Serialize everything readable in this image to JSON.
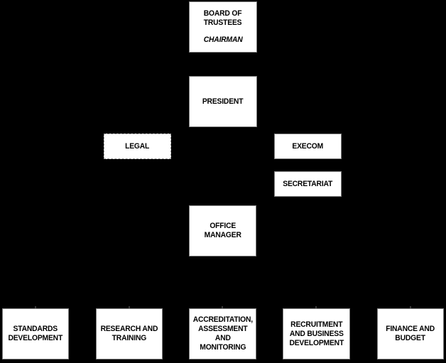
{
  "diagram": {
    "type": "org-chart",
    "colors": {
      "background": "#000000",
      "box_fill": "#ffffff",
      "box_border": "#7f7f7f",
      "legal_box_border_style": "dashed",
      "legal_box_border_color": "#999999",
      "text": "#000000",
      "connector_stub": "#3a3a3a"
    },
    "nodes": {
      "board": {
        "label": "BOARD OF\nTRUSTEES",
        "subtitle": "CHAIRMAN"
      },
      "president": {
        "label": "PRESIDENT"
      },
      "legal": {
        "label": "LEGAL"
      },
      "execom": {
        "label": "EXECOM"
      },
      "secretariat": {
        "label": "SECRETARIAT"
      },
      "office_manager": {
        "label": "OFFICE\nMANAGER"
      },
      "standards": {
        "label": "STANDARDS\nDEVELOPMENT"
      },
      "research": {
        "label": "RESEARCH AND\nTRAINING"
      },
      "accreditation": {
        "label": "ACCREDITATION,\nASSESSMENT\nAND\nMONITORING"
      },
      "recruitment": {
        "label": "RECRUITMENT\nAND BUSINESS\nDEVELOPMENT"
      },
      "finance": {
        "label": "FINANCE AND\nBUDGET"
      }
    }
  }
}
